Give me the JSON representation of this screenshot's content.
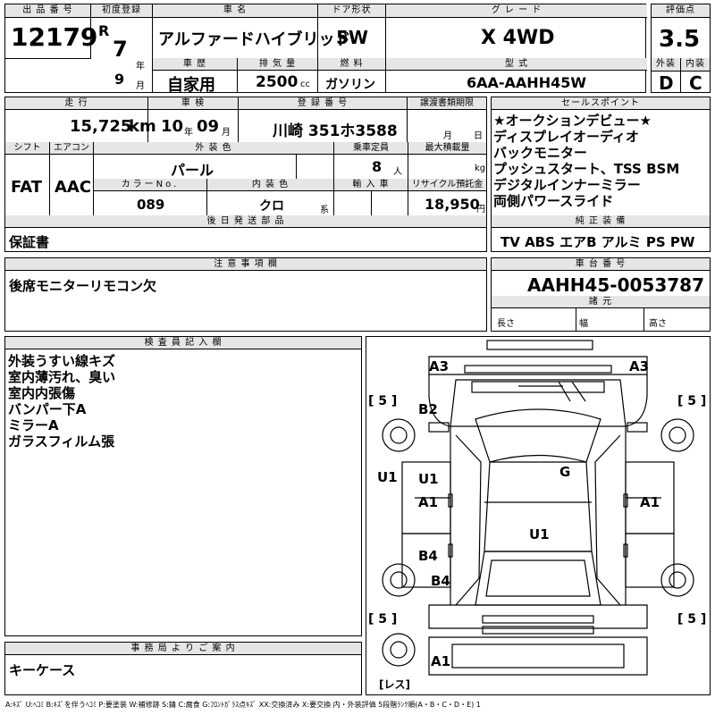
{
  "header": {
    "lot_label": "出 品 番 号",
    "lot_number": "12179",
    "first_reg_label": "初度登録",
    "era": "R",
    "year_value": "7",
    "year_unit": "年",
    "month_value": "9",
    "month_unit": "月",
    "model_name_label": "車 名",
    "model_name": "アルファードハイブリッド",
    "door_label": "ドア形状",
    "door_value": "5W",
    "grade_label": "グ レ ー ド",
    "grade_value": "X 4WD",
    "score_label": "評価点",
    "score_value": "3.5",
    "history_label": "車 歴",
    "history_value": "自家用",
    "displacement_label": "排 気 量",
    "displacement_value": "2500",
    "displacement_unit": "cc",
    "fuel_label": "燃 料",
    "fuel_value": "ガソリン",
    "type_label": "型 式",
    "type_value": "6AA-AAHH45W",
    "exterior_label": "外装",
    "exterior_value": "D",
    "interior_label": "内装",
    "interior_value": "C"
  },
  "row2": {
    "mileage_label": "走 行",
    "mileage_value": "15,725",
    "mileage_unit": "km",
    "inspection_label": "車 検",
    "inspection_year": "10",
    "inspection_year_unit": "年",
    "inspection_month": "09",
    "inspection_month_unit": "月",
    "registration_label": "登 録 番 号",
    "registration_value": "川崎 351ホ3588",
    "transfer_label": "譲渡書類期限",
    "transfer_month_unit": "月",
    "transfer_day_unit": "日",
    "shift_label": "シフト",
    "shift_value": "FAT",
    "ac_label": "エアコン",
    "ac_value": "AAC",
    "color_label": "外 装 色",
    "color_value": "パール",
    "capacity_label": "乗車定員",
    "capacity_value": "8",
    "capacity_unit": "人",
    "load_label": "最大積載量",
    "load_unit": "kg",
    "color_no_label": "カラーNo.",
    "color_no_value": "089",
    "interior_color_label": "内 装 色",
    "interior_color_value": "クロ",
    "interior_color_unit": "系",
    "import_label": "輸 入 車",
    "recycle_label": "リサイクル預託金",
    "recycle_value": "18,950",
    "recycle_unit": "円",
    "later_parts_label": "後 日 発 送 部 品",
    "later_parts_value": "保証書"
  },
  "sales_points": {
    "label": "セールスポイント",
    "items": [
      "★オークションデビュー★",
      "ディスプレイオーディオ",
      "バックモニター",
      "プッシュスタート、TSS BSM",
      "デジタルインナーミラー",
      "両側パワースライド"
    ]
  },
  "equipment": {
    "label": "純 正 装 備",
    "value": "TV ABS エアB アルミ PS PW"
  },
  "notes": {
    "label": "注 意 事 項 欄",
    "value": "後席モニターリモコン欠"
  },
  "chassis": {
    "label": "車 台 番 号",
    "value": "AAHH45-0053787",
    "spec_label": "諸 元",
    "length_label": "長さ",
    "width_label": "幅",
    "height_label": "高さ"
  },
  "inspector": {
    "label": "検 査 員 記 入 欄",
    "lines": [
      "外装うすい線キズ",
      "室内薄汚れ、臭い",
      "室内内張傷",
      "バンパー下A",
      "ミラーA",
      "ガラスフィルム張"
    ]
  },
  "office": {
    "label": "事 務 局 よ り ご 案 内",
    "value": "キーケース"
  },
  "diagram": {
    "labels": {
      "a3_left": "A3",
      "a3_right": "A3",
      "bracket_tl": "[ 5 ]",
      "bracket_tr": "[ 5 ]",
      "b2": "B2",
      "u1_left_outer": "U1",
      "u1_left": "U1",
      "g": "G",
      "a1_left": "A1",
      "a1_right": "A1",
      "u1_center": "U1",
      "b4_upper": "B4",
      "b4_lower": "B4",
      "bracket_bl": "[ 5 ]",
      "bracket_br": "[ 5 ]",
      "a1_bottom": "A1",
      "spare": "[レス]"
    }
  },
  "legend": "A:ｷｽﾞ U:ﾍｺﾐ B:ｷｽﾞを伴うﾍｺﾐ P:要塗装 W:補修跡 S:錆 C:腐食 G:ﾌﾛﾝﾄｶﾞﾗｽ点ｷｽﾞ XX:交換済み X:要交換 内・外装評価 5段階ﾗﾝｸ順(A・B・C・D・E) 1"
}
